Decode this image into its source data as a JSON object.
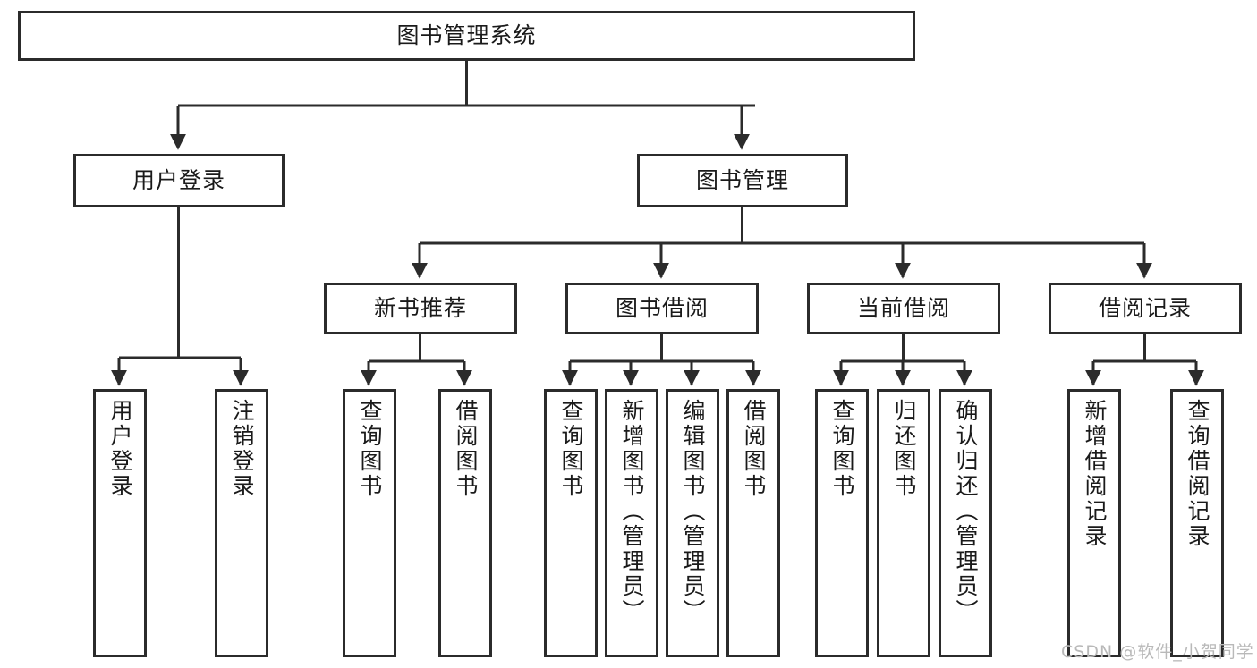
{
  "diagram": {
    "type": "tree-hierarchy",
    "title": "图书管理系统",
    "watermark": "CSDN @软件_小贺同学",
    "colors": {
      "box_border": "#2b2b2b",
      "box_fill": "#ffffff",
      "connector": "#2b2b2b",
      "text": "#1a1a1a",
      "watermark": "#b9b9b9",
      "background": "#ffffff"
    },
    "root": {
      "label": "图书管理系统"
    },
    "level2": [
      {
        "label": "用户登录"
      },
      {
        "label": "图书管理"
      }
    ],
    "level3": [
      {
        "label": "新书推荐"
      },
      {
        "label": "图书借阅"
      },
      {
        "label": "当前借阅"
      },
      {
        "label": "借阅记录"
      }
    ],
    "leaves": {
      "user_login": [
        {
          "label": "用户登录"
        },
        {
          "label": "注销登录"
        }
      ],
      "new_book_recommend": [
        {
          "label": "查询图书"
        },
        {
          "label": "借阅图书"
        }
      ],
      "book_borrow": [
        {
          "label": "查询图书"
        },
        {
          "label": "新增图书（管理员）"
        },
        {
          "label": "编辑图书（管理员）"
        },
        {
          "label": "借阅图书"
        }
      ],
      "current_borrow": [
        {
          "label": "查询图书"
        },
        {
          "label": "归还图书"
        },
        {
          "label": "确认归还（管理员）"
        }
      ],
      "borrow_records": [
        {
          "label": "新增借阅记录"
        },
        {
          "label": "查询借阅记录"
        }
      ]
    }
  }
}
